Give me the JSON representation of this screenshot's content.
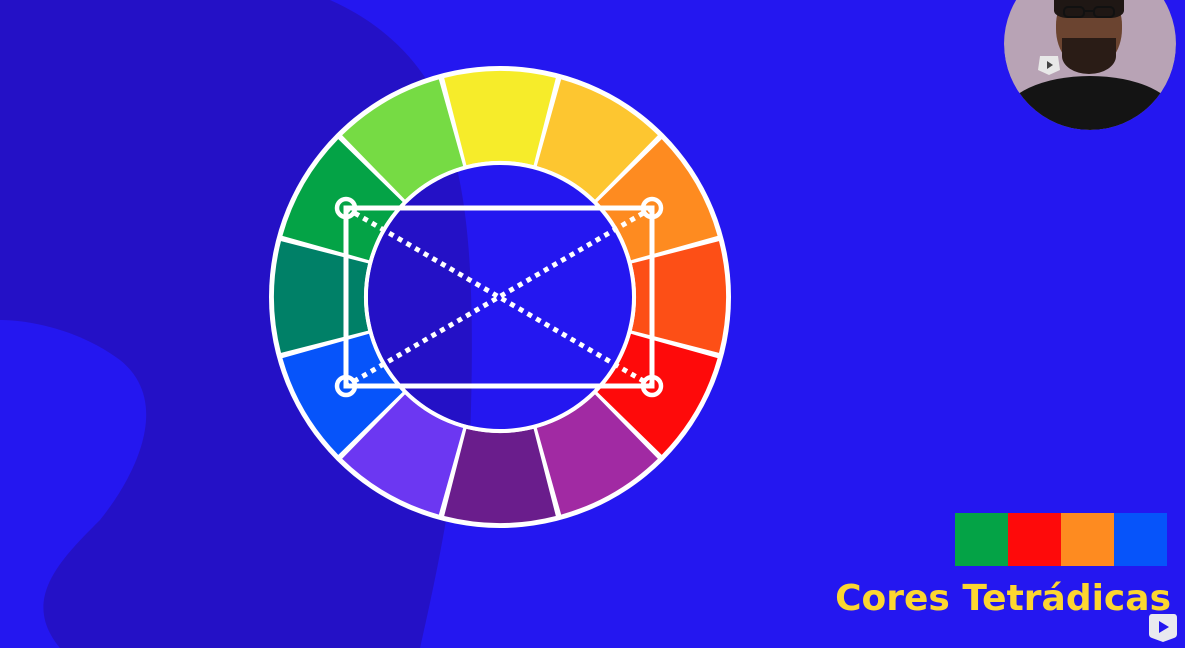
{
  "scene": {
    "background_color": "#2417f0",
    "shape_color": "#2411c6"
  },
  "color_wheel": {
    "segments": [
      {
        "name": "yellow",
        "color": "#f6ec2a"
      },
      {
        "name": "yellow-orange",
        "color": "#fdc630"
      },
      {
        "name": "orange",
        "color": "#fe8b20"
      },
      {
        "name": "red-orange",
        "color": "#fd4f16"
      },
      {
        "name": "red",
        "color": "#fe0a0a"
      },
      {
        "name": "red-violet",
        "color": "#a12aa3"
      },
      {
        "name": "violet",
        "color": "#6a1d8c"
      },
      {
        "name": "blue-violet",
        "color": "#6c37f2"
      },
      {
        "name": "blue",
        "color": "#0654fa"
      },
      {
        "name": "blue-green",
        "color": "#008067"
      },
      {
        "name": "green",
        "color": "#04a346"
      },
      {
        "name": "yellow-green",
        "color": "#76db44"
      }
    ],
    "ring_border_color": "#ffffff",
    "scheme": "tetradic",
    "selected_segments": [
      "green",
      "orange",
      "red",
      "blue"
    ]
  },
  "webcam": {
    "icon": "presenter-webcam",
    "logo_icon": "play-logo-icon"
  },
  "palette": {
    "swatches": [
      "#04a346",
      "#fe0a0a",
      "#fe8b20",
      "#0654fa"
    ]
  },
  "caption": {
    "text": "Cores Tetrádicas",
    "color": "#fcd630"
  },
  "badge": {
    "icon": "play-logo-icon"
  }
}
